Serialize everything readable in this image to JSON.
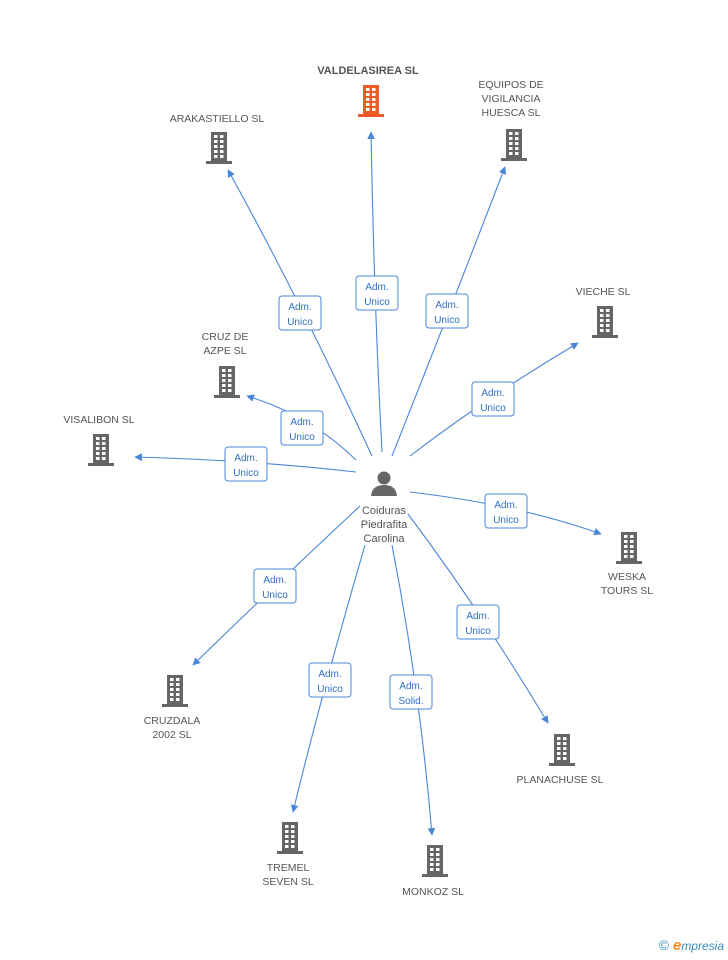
{
  "center": {
    "name": [
      "Coiduras",
      "Piedrafita",
      "Carolina"
    ],
    "icon": "person-icon",
    "color": "#666666"
  },
  "colors": {
    "edge": "#4a86d8",
    "building": "#666666",
    "highlight": "#f05a28"
  },
  "companies": [
    {
      "id": "valdelasirea",
      "label": [
        "VALDELASIREA SL"
      ],
      "highlight": true,
      "role": [
        "Adm.",
        "Unico"
      ]
    },
    {
      "id": "arakastiello",
      "label": [
        "ARAKASTIELLO SL"
      ],
      "role": [
        "Adm.",
        "Unico"
      ]
    },
    {
      "id": "equipos",
      "label": [
        "EQUIPOS DE",
        "VIGILANCIA",
        "HUESCA SL"
      ],
      "role": [
        "Adm.",
        "Unico"
      ]
    },
    {
      "id": "vieche",
      "label": [
        "VIECHE SL"
      ],
      "role": [
        "Adm.",
        "Unico"
      ]
    },
    {
      "id": "cruzdeazpe",
      "label": [
        "CRUZ DE",
        "AZPE SL"
      ],
      "role": [
        "Adm.",
        "Unico"
      ]
    },
    {
      "id": "visalibon",
      "label": [
        "VISALIBON SL"
      ],
      "role": [
        "Adm.",
        "Unico"
      ]
    },
    {
      "id": "weska",
      "label": [
        "WESKA",
        "TOURS SL"
      ],
      "role": [
        "Adm.",
        "Unico"
      ]
    },
    {
      "id": "cruzdala",
      "label": [
        "CRUZDALA",
        "2002 SL"
      ],
      "role": [
        "Adm.",
        "Unico"
      ]
    },
    {
      "id": "planachuse",
      "label": [
        "PLANACHUSE SL"
      ],
      "role": [
        "Adm.",
        "Unico"
      ]
    },
    {
      "id": "tremel",
      "label": [
        "TREMEL",
        "SEVEN  SL"
      ],
      "role": [
        "Adm.",
        "Unico"
      ]
    },
    {
      "id": "monkoz",
      "label": [
        "MONKOZ SL"
      ],
      "role": [
        "Adm.",
        "Solid."
      ]
    }
  ],
  "footer": {
    "copyright": "©",
    "brand_initial": "e",
    "brand_rest": "mpresia"
  }
}
